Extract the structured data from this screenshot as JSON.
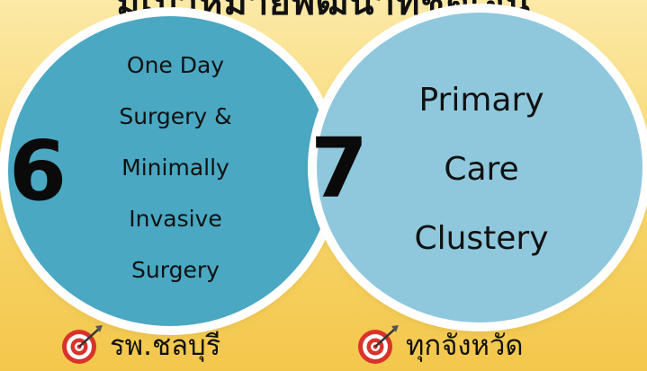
{
  "header": {
    "title": "มีเป้าหมายพัฒนาที่ชัดเจน"
  },
  "topics": [
    {
      "number": "6",
      "lines": [
        "One Day",
        "Surgery &",
        "Minimally",
        "Invasive",
        "Surgery"
      ],
      "target": "รพ.ชลบุรี"
    },
    {
      "number": "7",
      "lines": [
        "Primary",
        "Care",
        "Clustery"
      ],
      "target": "ทุกจังหวัด"
    }
  ],
  "icons": {
    "target": "target-dartboard-icon"
  },
  "colors": {
    "left_circle": "#4aa8c2",
    "right_circle": "#8fc8dc",
    "background": "#f7d56a",
    "target_red": "#d9332b"
  }
}
